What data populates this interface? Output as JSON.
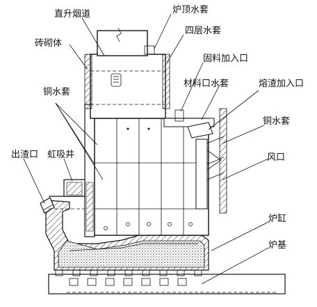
{
  "labels": {
    "straight_flue": "直升烟道",
    "brickwork": "砖砌体",
    "top_water_jacket": "炉顶水套",
    "four_layer_jacket": "四层水套",
    "solid_feed_inlet": "固料加入口",
    "feed_port_jacket": "材料口水套",
    "slag_feed_inlet": "熔渣加入口",
    "copper_jacket_left": "铜水套",
    "copper_jacket_right": "铜水套",
    "slag_outlet": "出渣口",
    "siphon_well": "虹吸井",
    "tuyere": "风口",
    "hearth": "炉缸",
    "foundation": "炉基"
  }
}
